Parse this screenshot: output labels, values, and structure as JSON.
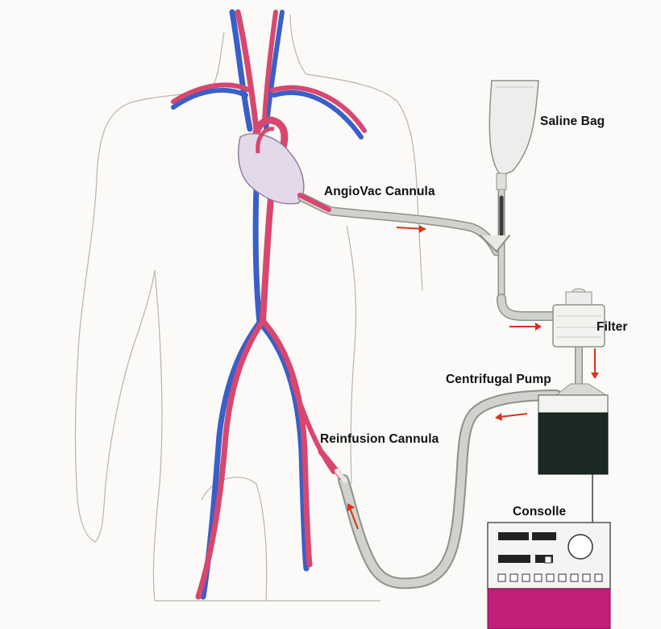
{
  "labels": {
    "saline_bag": "Saline Bag",
    "angiovac_cannula": "AngioVac Cannula",
    "filter": "Filter",
    "centrifugal_pump": "Centrifugal Pump",
    "reinfusion_cannula": "Reinfusion Cannula",
    "consolle": "Consolle"
  },
  "colors": {
    "artery": "#d7476e",
    "vein": "#3a5fc8",
    "tubing": "#cfd3cc",
    "pump_body": "#1a2a22",
    "console_base": "#c21f7a",
    "flow_arrow": "#d8321a",
    "heart": "#e3d9ea"
  }
}
